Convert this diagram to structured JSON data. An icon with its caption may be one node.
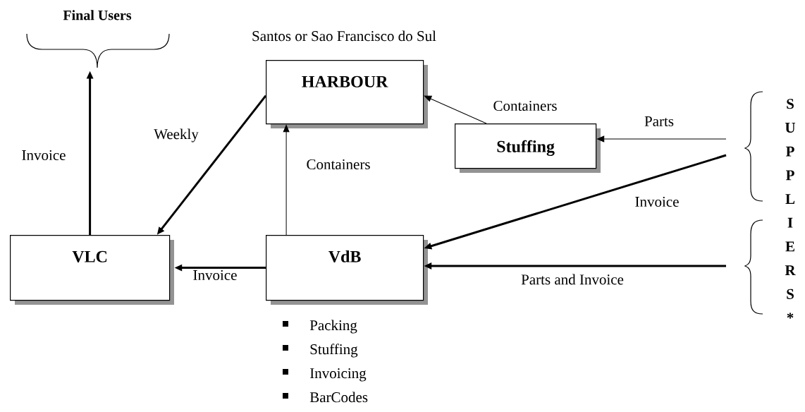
{
  "diagram": {
    "nodes": [
      {
        "text": [
          "Final Users"
        ]
      },
      {
        "text": [
          "HARBOUR"
        ],
        "beside": [
          "Santos or Sao Francisco do Sul"
        ]
      },
      {
        "text": [
          "Stuffing"
        ]
      },
      {
        "text": [
          "VLC"
        ]
      },
      {
        "text": [
          "VdB"
        ],
        "beside": [
          "Packing",
          "Stuffing",
          "Invoicing",
          "BarCodes"
        ]
      },
      {
        "text": [
          "SUPPLIERS*"
        ]
      }
    ],
    "edges": [
      {
        "from": 3,
        "to": 0,
        "arrow": "to",
        "label": "Invoice"
      },
      {
        "from": 1,
        "to": 3,
        "arrow": "to",
        "label": "Weekly"
      },
      {
        "from": 2,
        "to": 1,
        "arrow": "to",
        "label": "Containers"
      },
      {
        "from": 5,
        "to": 2,
        "arrow": "to",
        "label": "Parts"
      },
      {
        "from": 5,
        "to": 4,
        "arrow": "to",
        "label": "Invoice"
      },
      {
        "from": 4,
        "to": 1,
        "arrow": "to",
        "label": "Containers"
      },
      {
        "from": 4,
        "to": 3,
        "arrow": "to",
        "label": "Invoice"
      },
      {
        "from": 5,
        "to": 4,
        "arrow": "to",
        "label": "Parts and Invoice"
      }
    ]
  }
}
